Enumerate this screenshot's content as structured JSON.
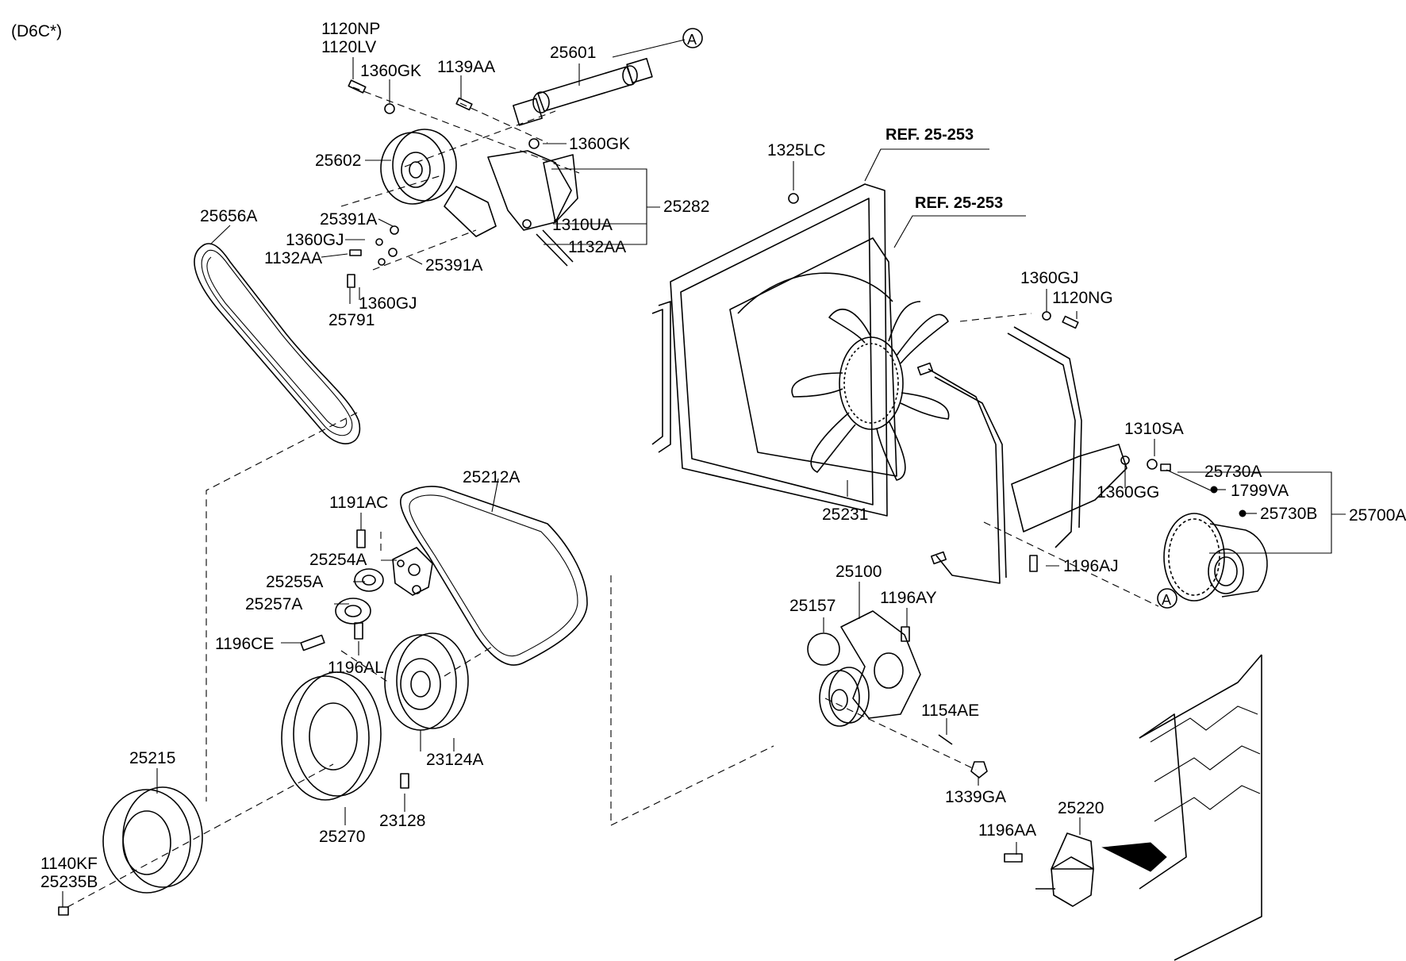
{
  "variant_label": "(D6C*)",
  "ref_labels": [
    "REF. 25-253",
    "REF. 25-253"
  ],
  "callout_marker": "A",
  "part_labels": [
    "1120NP",
    "1120LV",
    "1360GK",
    "1139AA",
    "25601",
    "1360GK",
    "25602",
    "25282",
    "25391A",
    "1310UA",
    "1360GJ",
    "1132AA",
    "1132AA",
    "25391A",
    "25656A",
    "1360GJ",
    "25791",
    "1325LC",
    "1360GJ",
    "1120NG",
    "1310SA",
    "25730A",
    "1799VA",
    "25730B",
    "25700A",
    "1360GG",
    "25231",
    "1196AJ",
    "25212A",
    "1191AC",
    "25254A",
    "25255A",
    "25257A",
    "1196CE",
    "1196AL",
    "25100",
    "25157",
    "1196AY",
    "1154AE",
    "1339GA",
    "23124A",
    "25215",
    "25270",
    "23128",
    "25220",
    "1196AA",
    "1140KF",
    "25235B"
  ]
}
